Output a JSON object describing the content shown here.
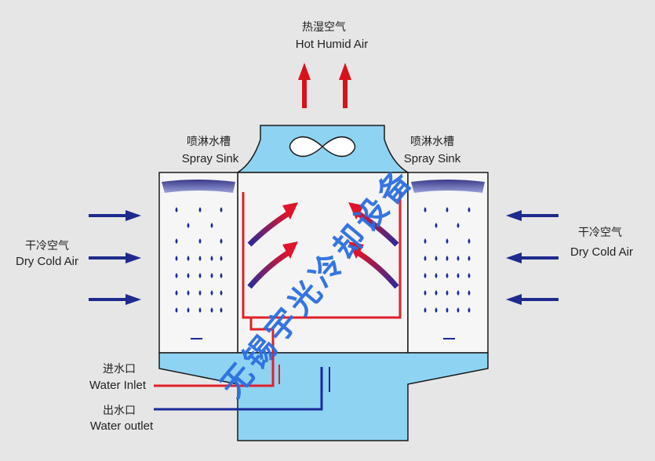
{
  "labels": {
    "hot_humid_cn": "热湿空气",
    "hot_humid_en": "Hot Humid Air",
    "spray_left_cn": "喷淋水槽",
    "spray_left_en": "Spray Sink",
    "spray_right_cn": "喷淋水槽",
    "spray_right_en": "Spray Sink",
    "dry_left_cn": "干冷空气",
    "dry_left_en": "Dry Cold Air",
    "dry_right_cn": "干冷空气",
    "dry_right_en": "Dry Cold Air",
    "inlet_cn": "进水口",
    "inlet_en": "Water Inlet",
    "outlet_cn": "出水口",
    "outlet_en": "Water outlet"
  },
  "watermark": [
    "无",
    "锡",
    "宇",
    "光",
    "冷",
    "却",
    "设",
    "备"
  ],
  "colors": {
    "background": "#e6e6e6",
    "tower_blue": "#8fd3f3",
    "hot_arrow": "#d8121c",
    "cold_arrow": "#1e2a8c",
    "hot_pipe": "#e0202a",
    "cold_pipe": "#1a2a9a",
    "watermark": "#2b6fe0"
  },
  "icons": [
    "fan-icon",
    "up-arrow-icon",
    "air-in-arrow-icon",
    "airflow-arrow-icon",
    "water-drop-icon"
  ]
}
